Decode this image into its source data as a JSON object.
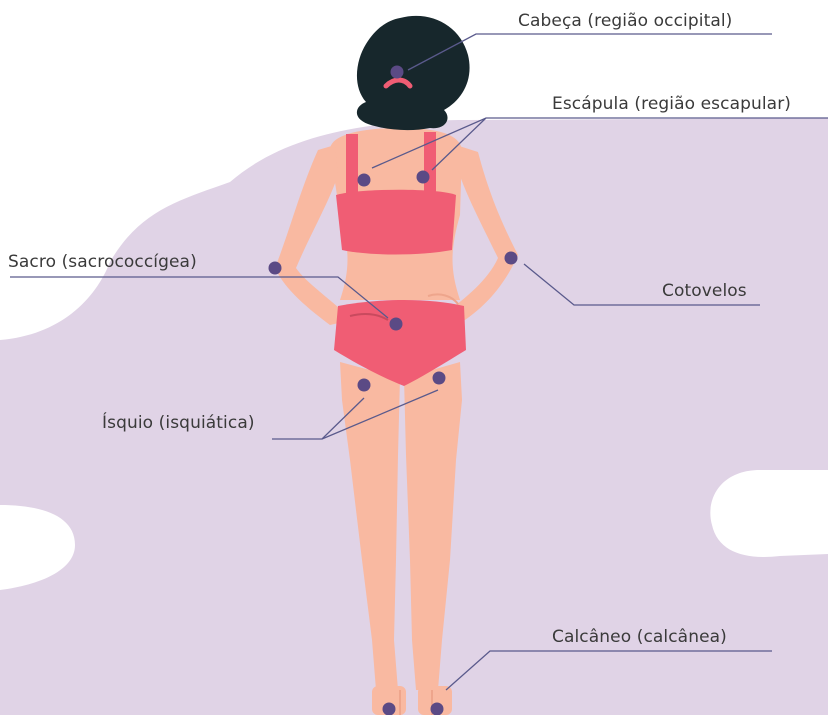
{
  "labels": {
    "head": "Cabeça (região occipital)",
    "scapula": "Escápula (região escapular)",
    "sacrum": "Sacro (sacrococcígea)",
    "elbows": "Cotovelos",
    "ischium": "Ísquio (isquiática)",
    "heel": "Calcâneo (calcânea)"
  },
  "colors": {
    "blob": "#e0d3e6",
    "skin": "#f9b9a1",
    "skin_shadow": "#eea58c",
    "hair": "#17272c",
    "garment": "#f05d74",
    "marker": "#5b4a85",
    "leader_line": "#5a5a8c",
    "text": "#3a3a3a"
  }
}
